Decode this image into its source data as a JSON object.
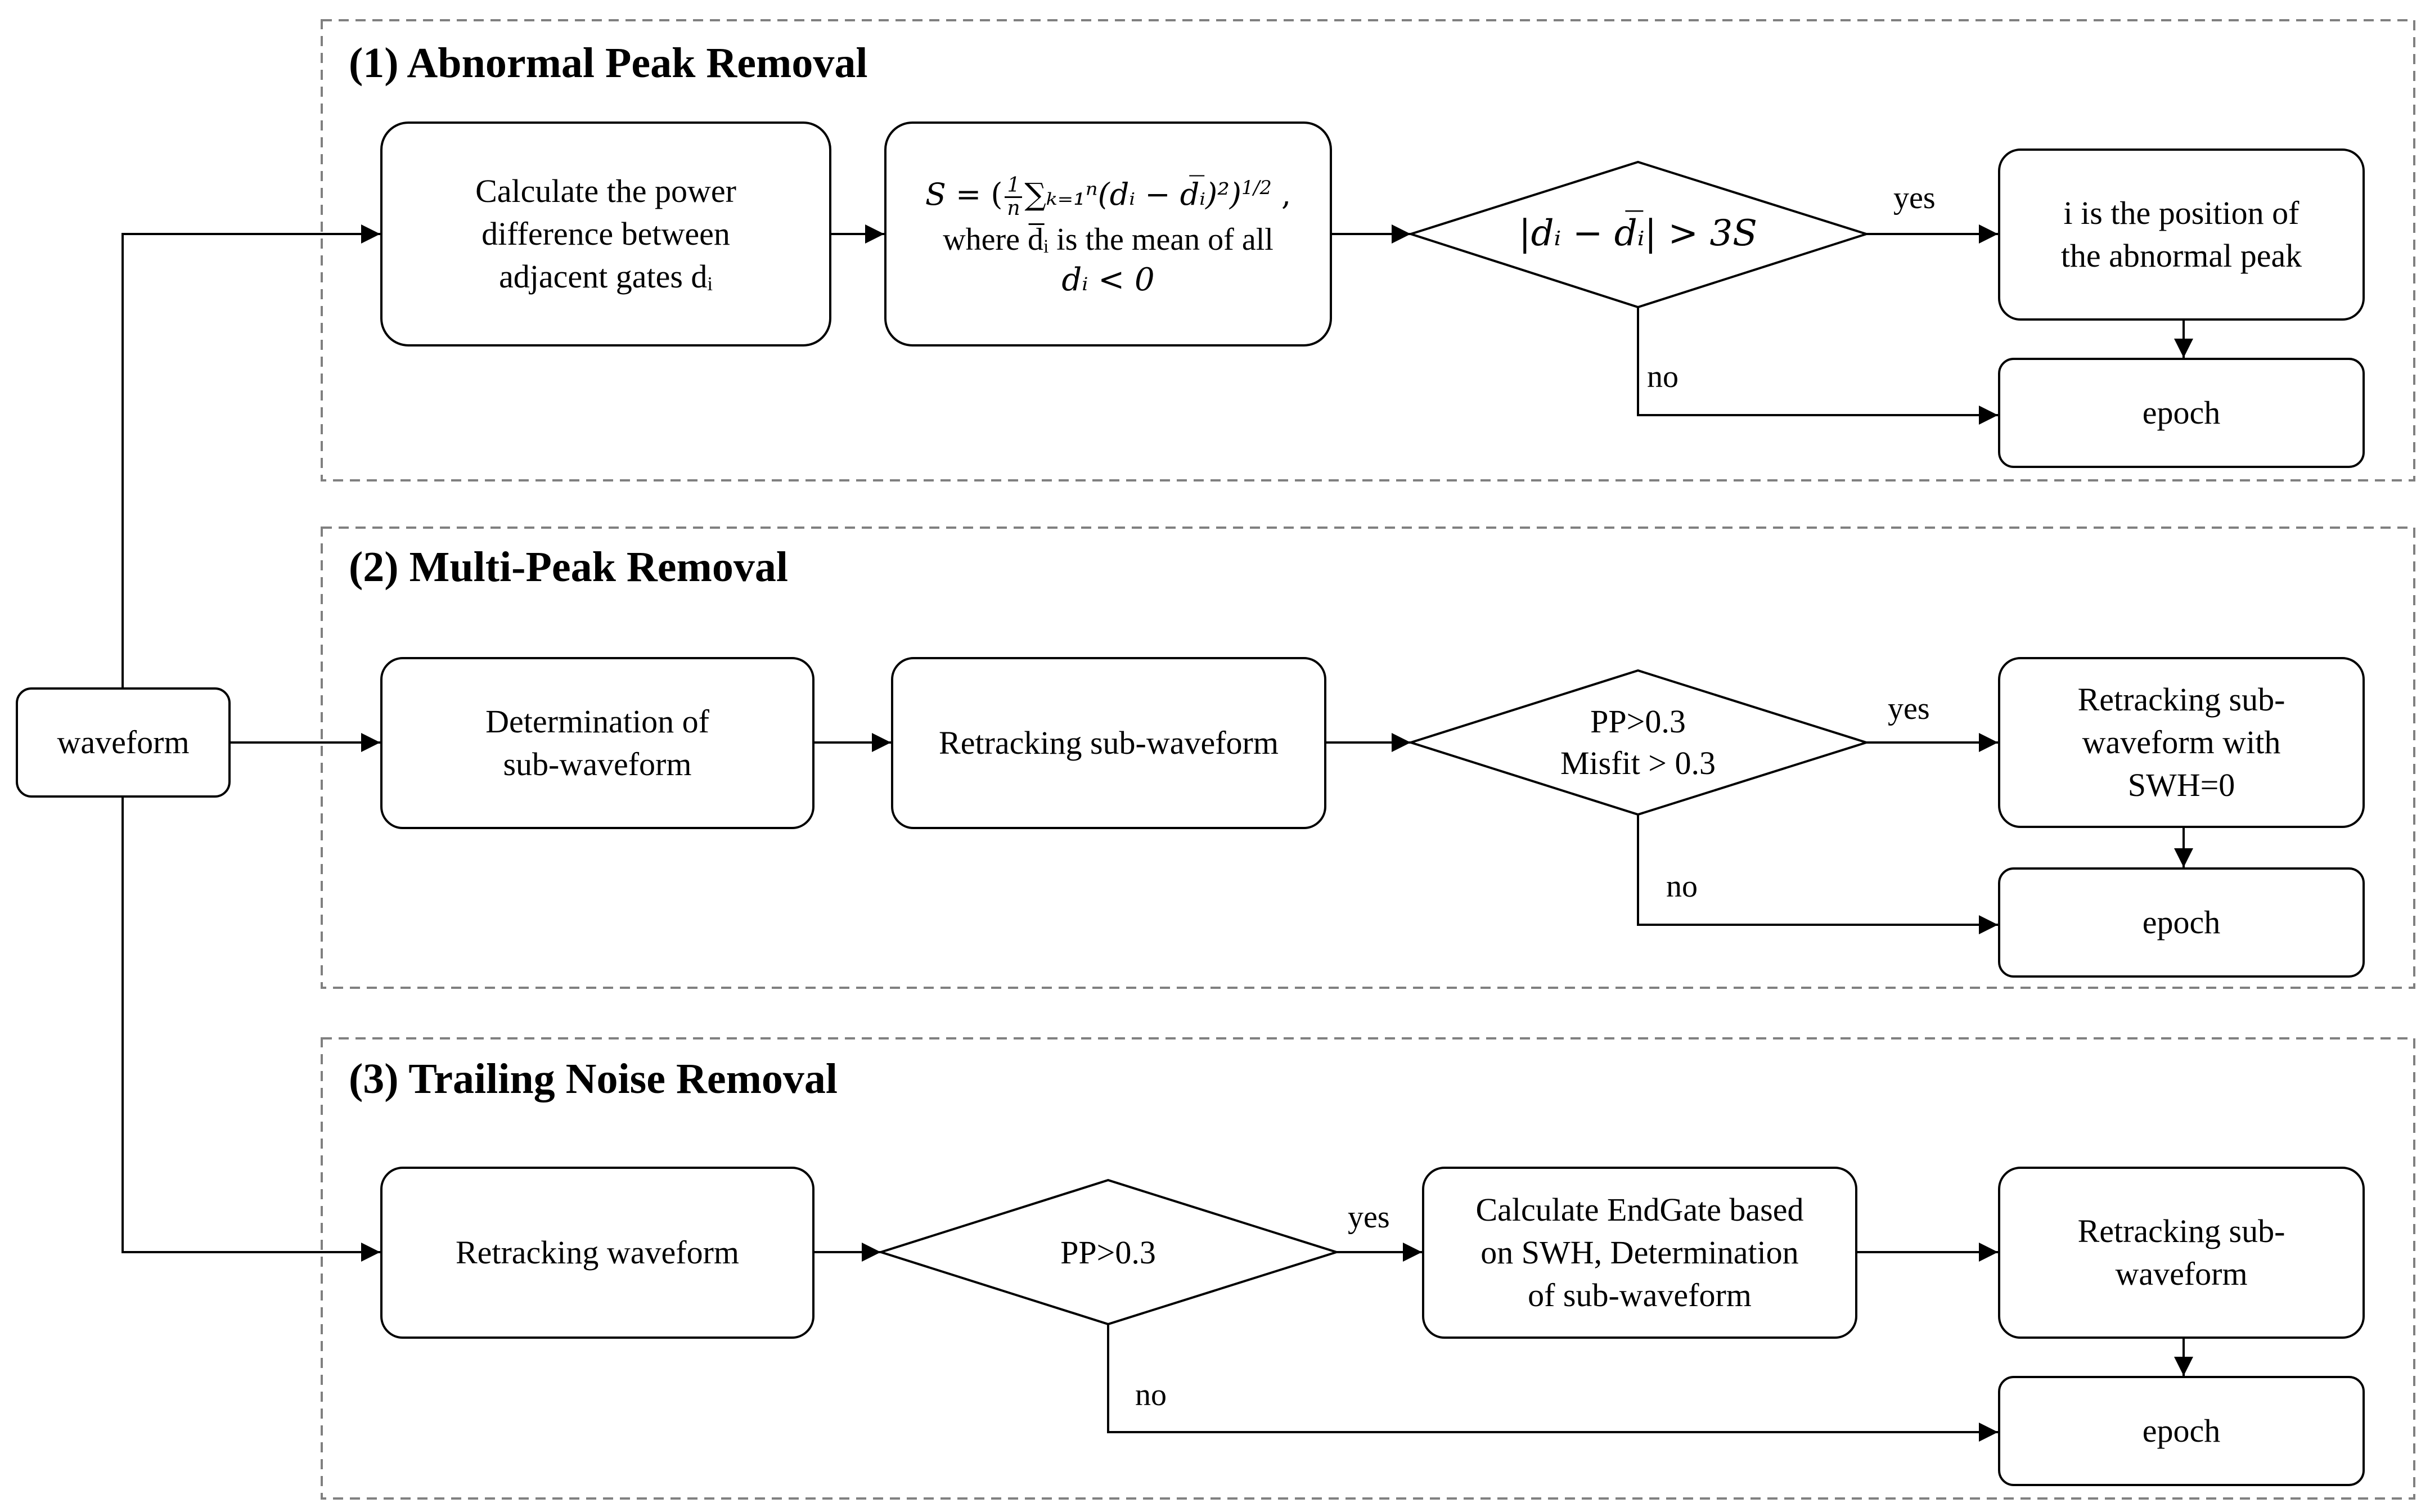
{
  "input": {
    "label": "waveform"
  },
  "sections": [
    {
      "title": "(1) Abnormal Peak Removal",
      "step1": [
        "Calculate the power",
        "difference between",
        "adjacent gates dᵢ"
      ],
      "step2": {
        "formula_lhs": "S =",
        "formula_frac_num": "1",
        "formula_frac_den": "n",
        "formula_body": "∑ₖ₌₁ⁿ(dᵢ − d̅ᵢ)²)",
        "formula_exp": "1/2",
        "line2": "where d̅ᵢ is the mean of all",
        "line3": "dᵢ < 0"
      },
      "decision": "|dᵢ − d̅ᵢ| > 3S",
      "yes_label": "yes",
      "no_label": "no",
      "yes_result": [
        "i is the position of",
        "the abnormal peak"
      ],
      "end": "epoch"
    },
    {
      "title": "(2) Multi-Peak Removal",
      "step1": [
        "Determination of",
        "sub-waveform"
      ],
      "step2": [
        "Retracking sub-waveform"
      ],
      "decision": [
        "PP>0.3",
        "Misfit > 0.3"
      ],
      "yes_label": "yes",
      "no_label": "no",
      "yes_result": [
        "Retracking sub-",
        "waveform with",
        "SWH=0"
      ],
      "end": "epoch"
    },
    {
      "title": "(3) Trailing Noise Removal",
      "step1": [
        "Retracking waveform"
      ],
      "decision": [
        "PP>0.3"
      ],
      "yes_label": "yes",
      "no_label": "no",
      "step2": [
        "Calculate EndGate based",
        "on SWH, Determination",
        "of sub-waveform"
      ],
      "yes_result": [
        "Retracking sub-",
        "waveform"
      ],
      "end": "epoch"
    }
  ]
}
